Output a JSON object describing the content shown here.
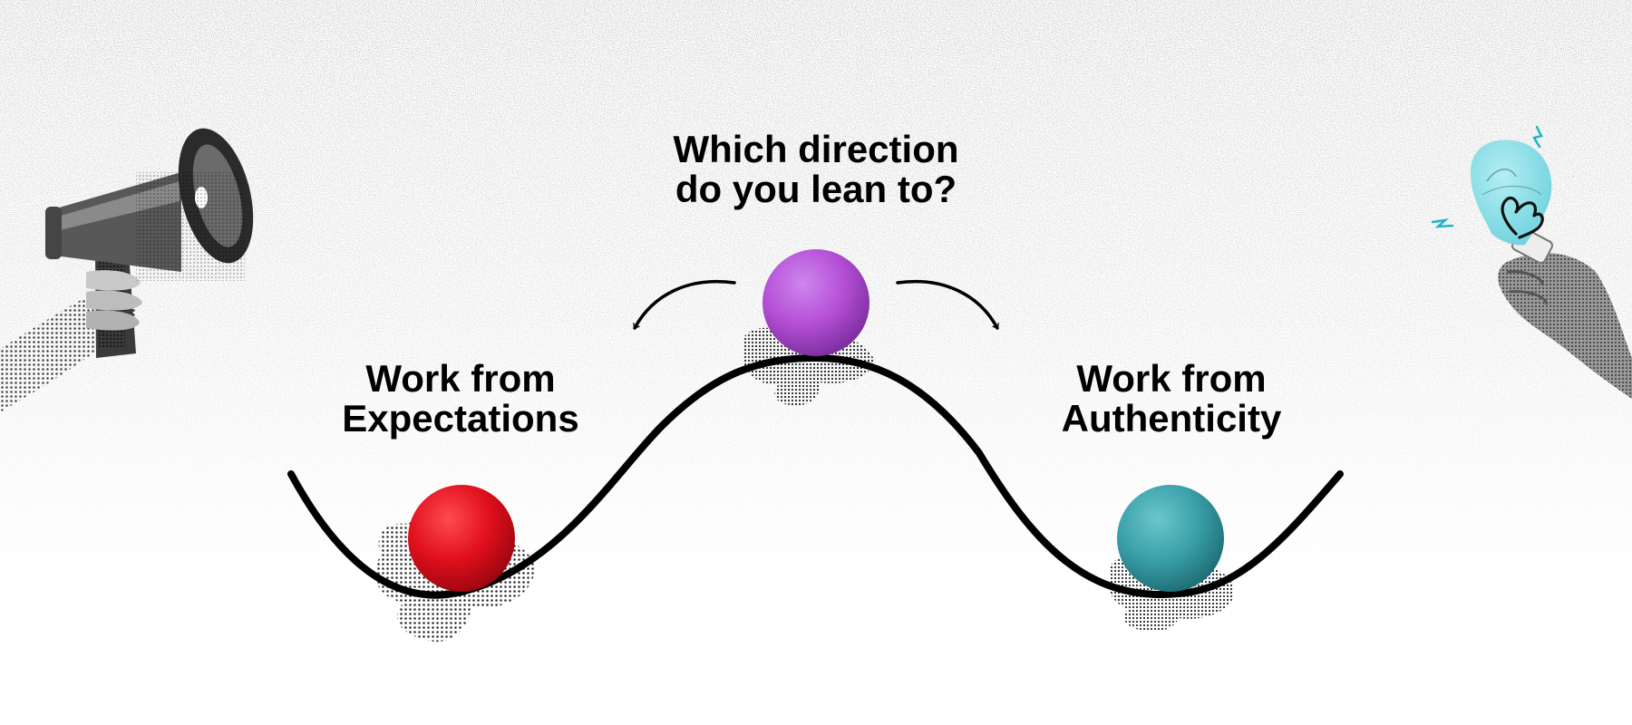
{
  "question": {
    "line1": "Which direction",
    "line2": "do you lean to?"
  },
  "options": {
    "left": {
      "line1": "Work from",
      "line2": "Expectations",
      "ball_color": "#e0101c"
    },
    "right": {
      "line1": "Work from",
      "line2": "Authenticity",
      "ball_color": "#3aa0a8"
    }
  },
  "center_ball_color": "#b44fd6",
  "icons": {
    "left": "megaphone-icon",
    "right": "lightbulb-icon"
  },
  "colors": {
    "background": "#ffffff",
    "curve": "#000000",
    "noise": "#b8b8b8",
    "lightbulb": "#7fdce6"
  }
}
